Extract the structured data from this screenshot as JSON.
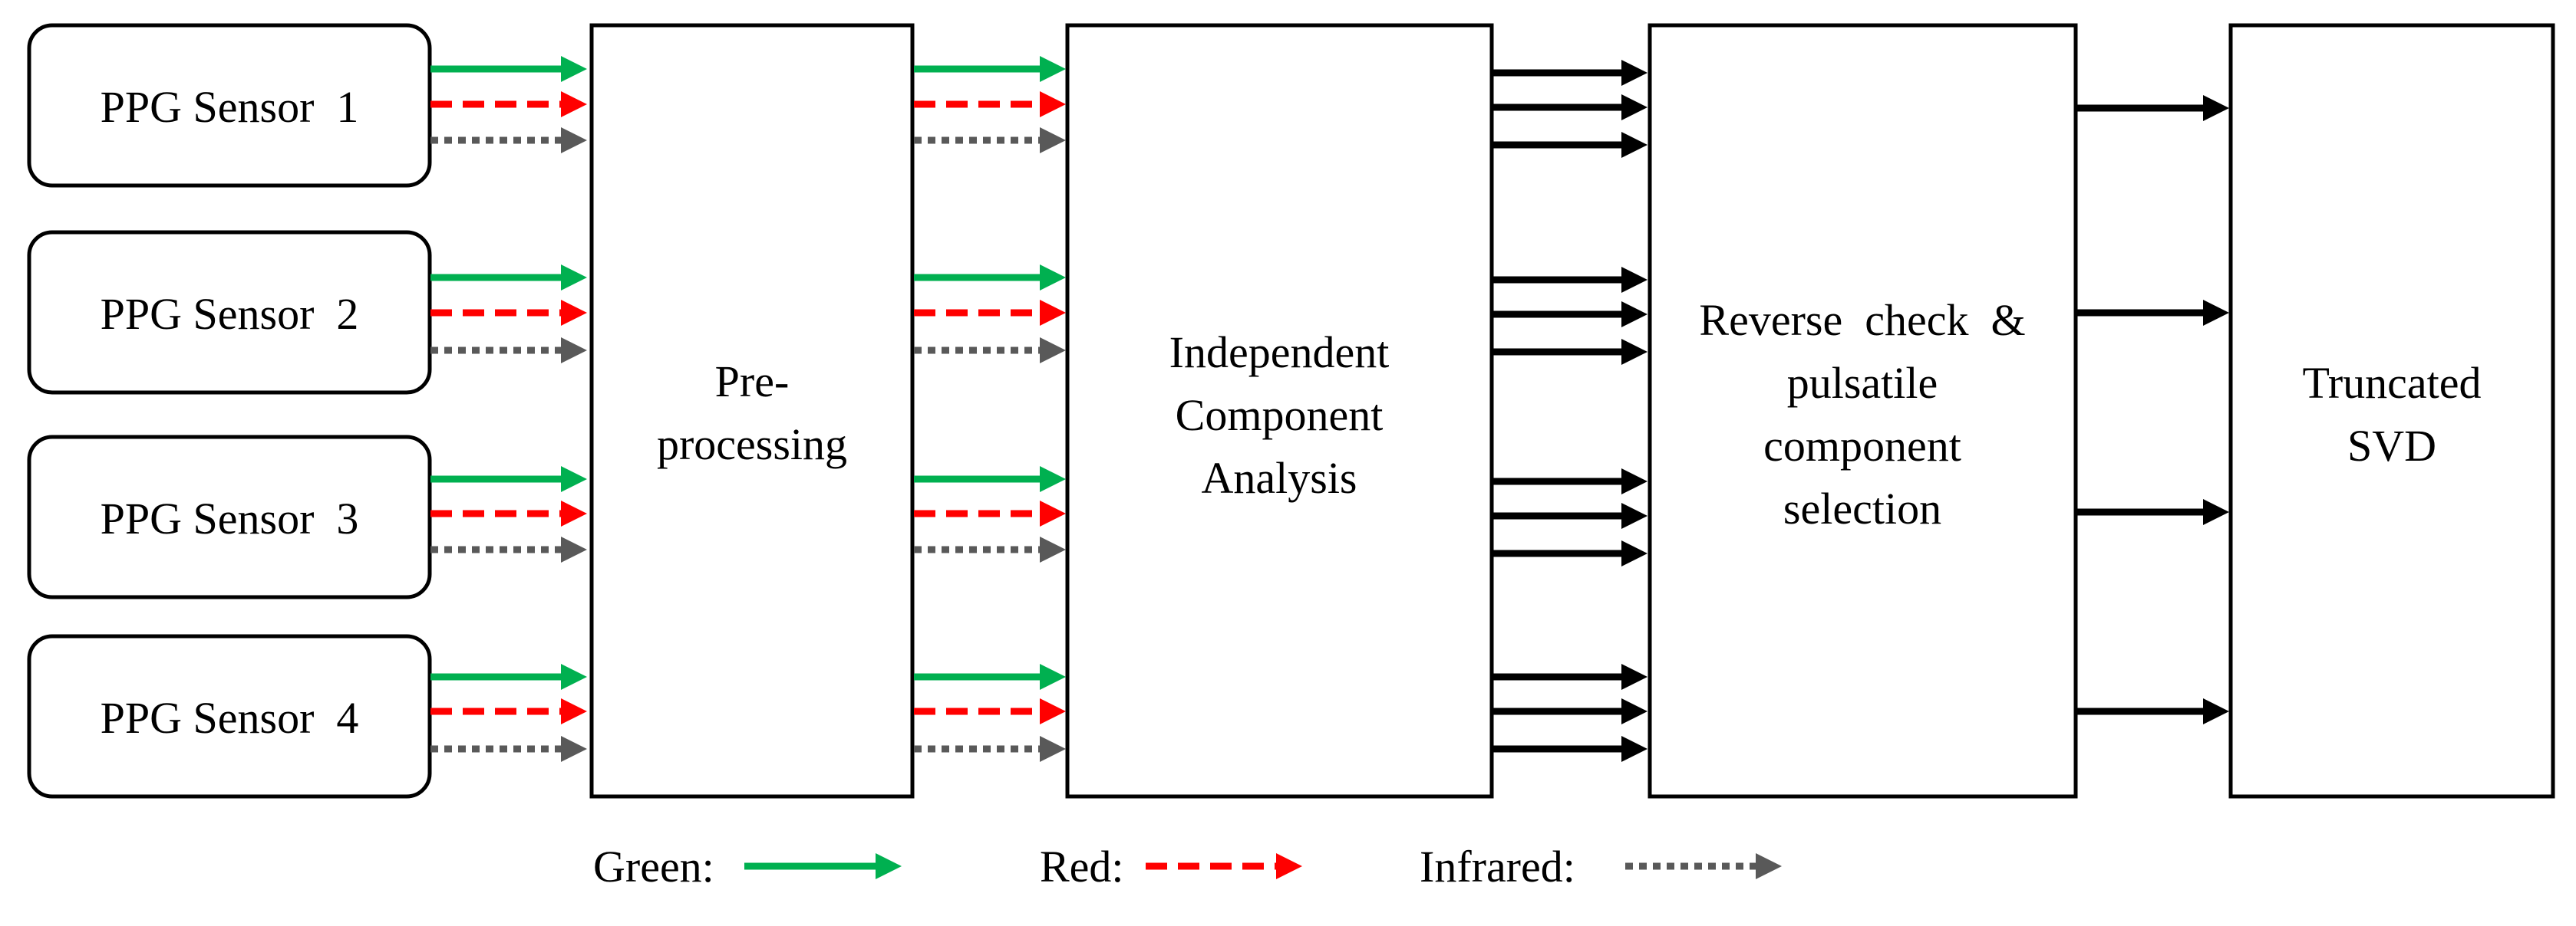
{
  "sensors": [
    {
      "label": "PPG Sensor  1"
    },
    {
      "label": "PPG Sensor  2"
    },
    {
      "label": "PPG Sensor  3"
    },
    {
      "label": "PPG Sensor  4"
    }
  ],
  "stages": {
    "preprocessing": [
      "Pre-",
      "processing"
    ],
    "ica": [
      "Independent",
      "Component",
      "Analysis"
    ],
    "reverse_check": [
      "Reverse  check  &",
      "pulsatile",
      "component",
      "selection"
    ],
    "svd": [
      "Truncated",
      "SVD"
    ]
  },
  "legend": {
    "green": "Green:",
    "red": "Red:",
    "infrared": "Infrared:"
  },
  "colors": {
    "green": "#00b050",
    "red": "#ff0000",
    "infrared": "#595959",
    "black": "#000000"
  }
}
